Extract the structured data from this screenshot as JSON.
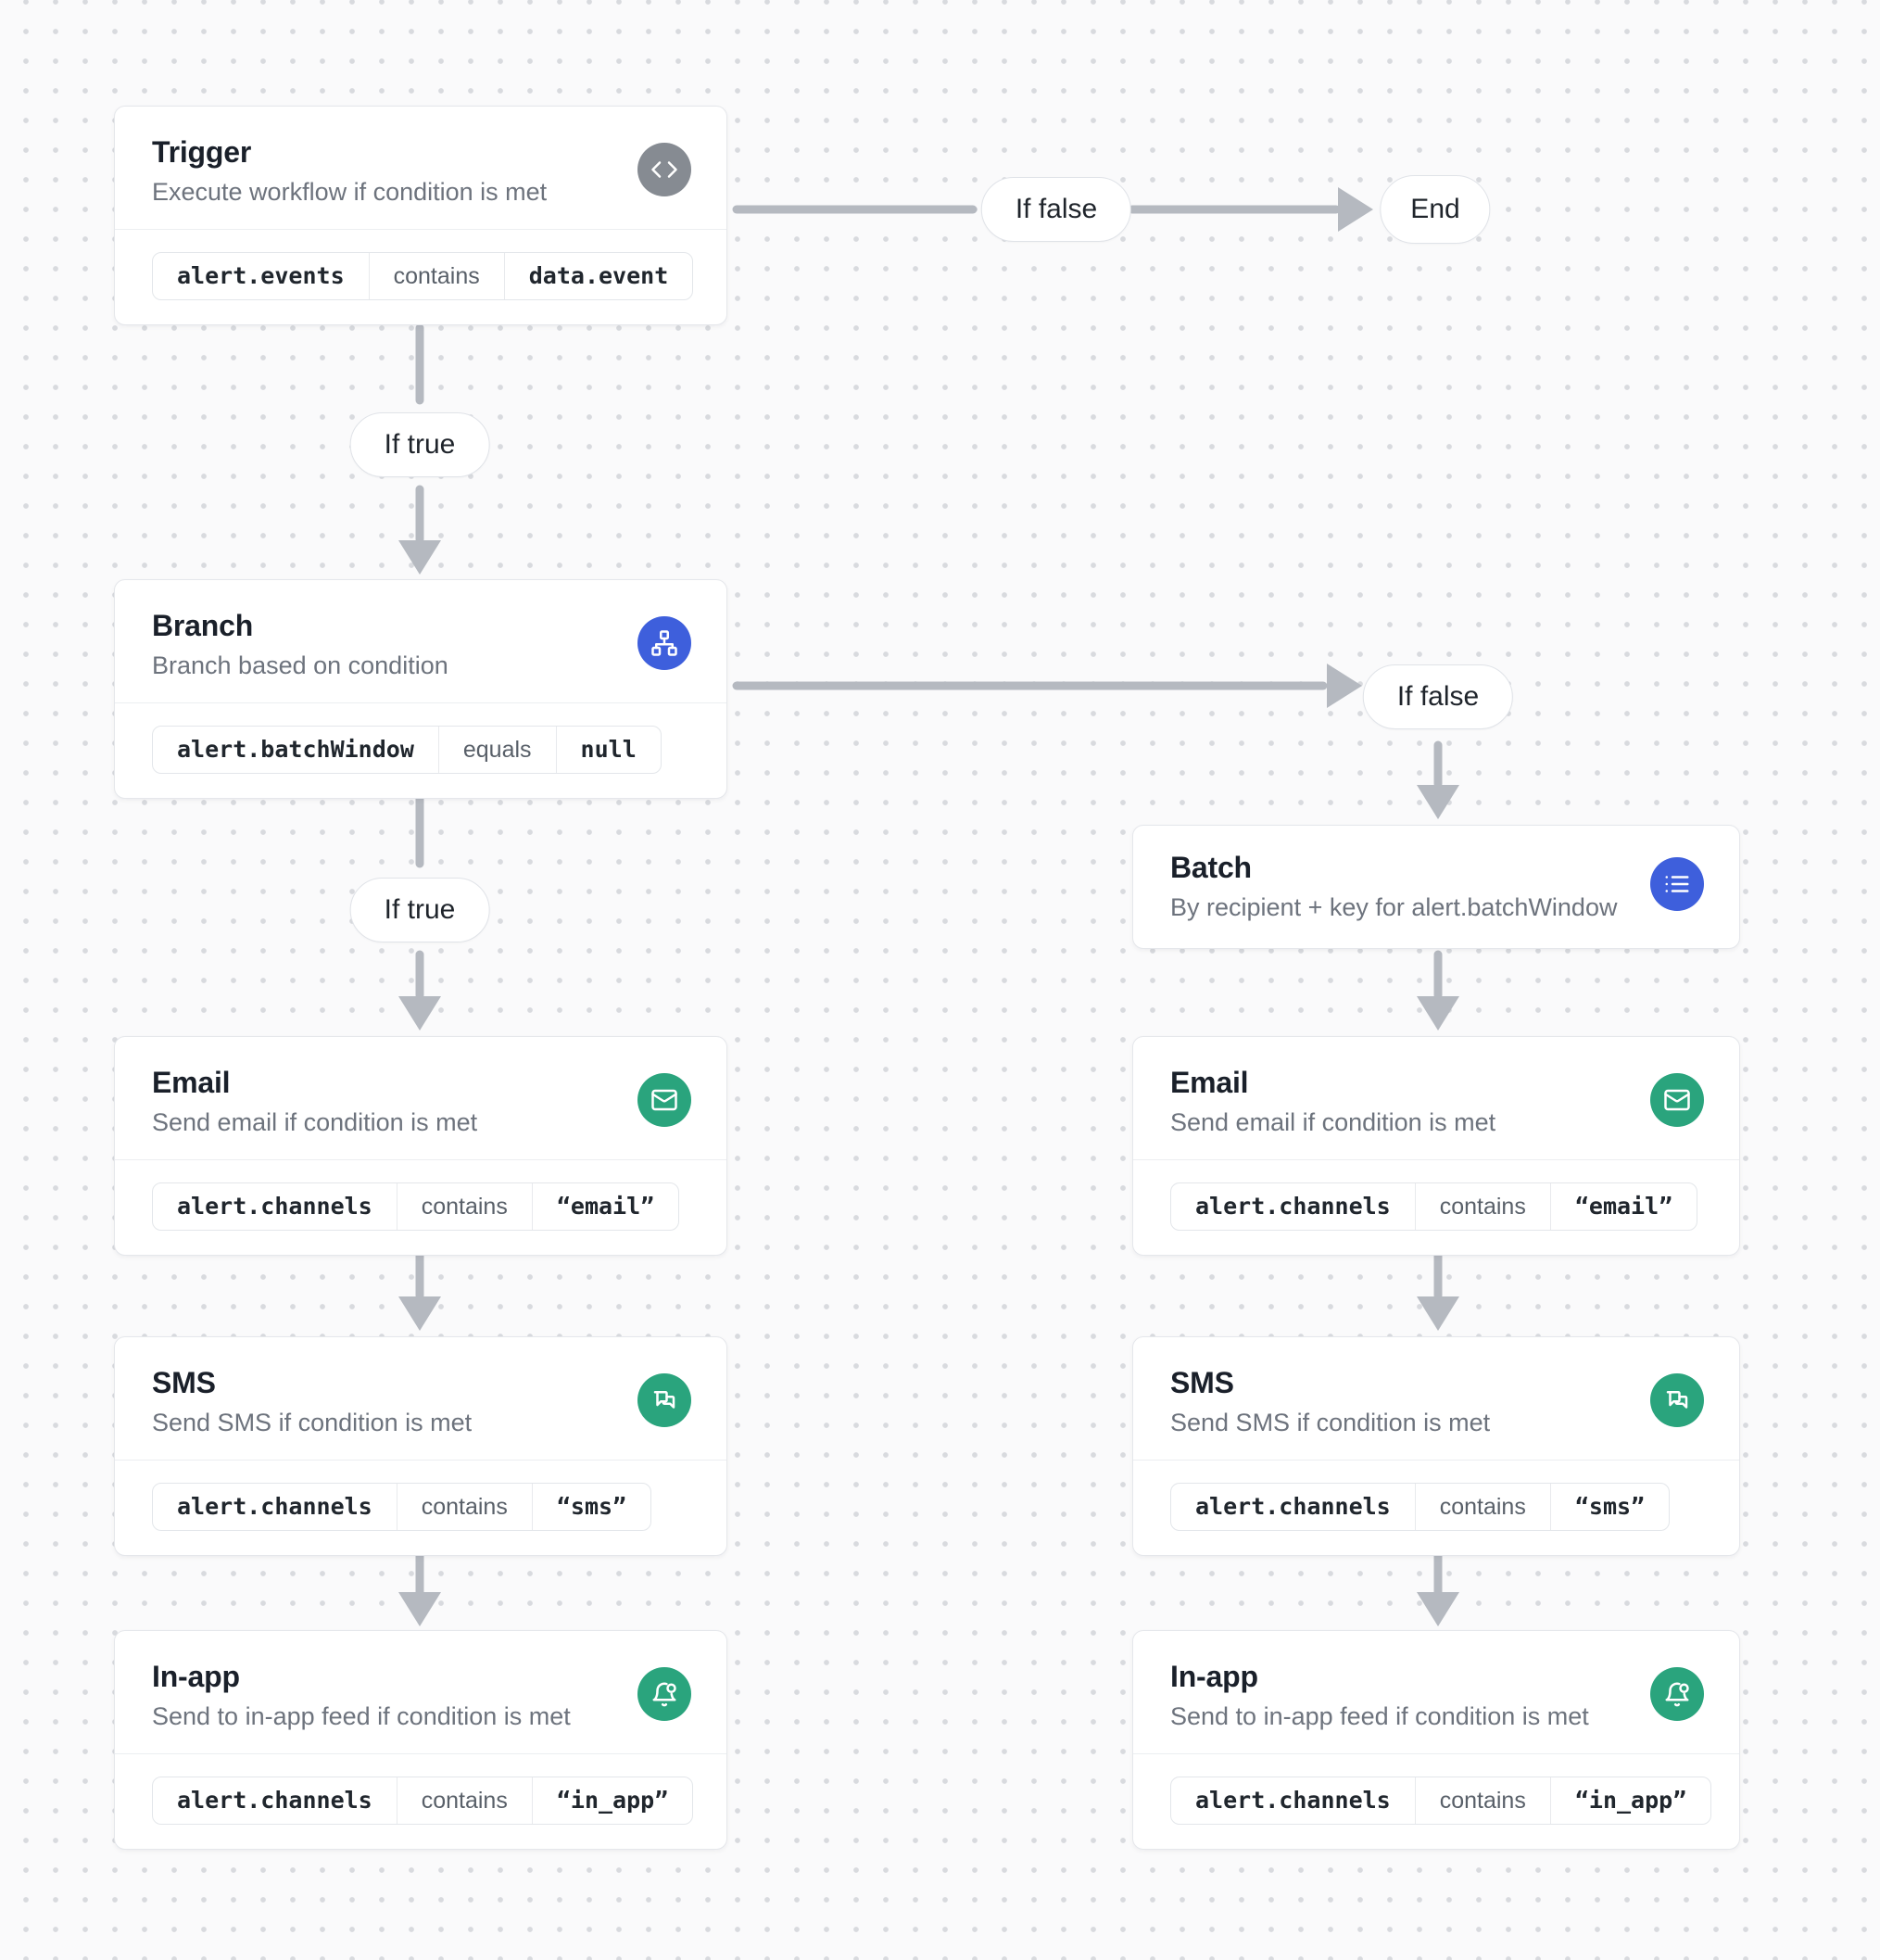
{
  "colors": {
    "accent_blue": "#3e5fdc",
    "accent_green": "#2aa47d",
    "accent_gray": "#868b92",
    "arrow_gray": "#b5b9c0",
    "canvas_bg": "#fafafb"
  },
  "edge_labels": {
    "if_true_1": "If true",
    "if_true_2": "If true",
    "if_false_top": "If false",
    "if_false_right": "If false",
    "end": "End"
  },
  "nodes": {
    "trigger": {
      "title": "Trigger",
      "subtitle": "Execute workflow if condition is met",
      "icon": "code-icon",
      "condition": {
        "field": "alert.events",
        "operator": "contains",
        "value": "data.event"
      }
    },
    "branch": {
      "title": "Branch",
      "subtitle": "Branch based on condition",
      "icon": "sitemap-icon",
      "condition": {
        "field": "alert.batchWindow",
        "operator": "equals",
        "value": "null"
      }
    },
    "batch": {
      "title": "Batch",
      "subtitle": "By recipient + key for alert.batchWindow",
      "icon": "list-icon"
    },
    "email_left": {
      "title": "Email",
      "subtitle": "Send email if condition is met",
      "icon": "mail-icon",
      "condition": {
        "field": "alert.channels",
        "operator": "contains",
        "value": "“email”"
      }
    },
    "sms_left": {
      "title": "SMS",
      "subtitle": "Send SMS if condition is met",
      "icon": "chat-bubbles-icon",
      "condition": {
        "field": "alert.channels",
        "operator": "contains",
        "value": "“sms”"
      }
    },
    "inapp_left": {
      "title": "In-app",
      "subtitle": "Send to in-app feed if condition is met",
      "icon": "bell-dot-icon",
      "condition": {
        "field": "alert.channels",
        "operator": "contains",
        "value": "“in_app”"
      }
    },
    "email_right": {
      "title": "Email",
      "subtitle": "Send email if condition is met",
      "icon": "mail-icon",
      "condition": {
        "field": "alert.channels",
        "operator": "contains",
        "value": "“email”"
      }
    },
    "sms_right": {
      "title": "SMS",
      "subtitle": "Send SMS if condition is met",
      "icon": "chat-bubbles-icon",
      "condition": {
        "field": "alert.channels",
        "operator": "contains",
        "value": "“sms”"
      }
    },
    "inapp_right": {
      "title": "In-app",
      "subtitle": "Send to in-app feed if condition is met",
      "icon": "bell-dot-icon",
      "condition": {
        "field": "alert.channels",
        "operator": "contains",
        "value": "“in_app”"
      }
    }
  }
}
